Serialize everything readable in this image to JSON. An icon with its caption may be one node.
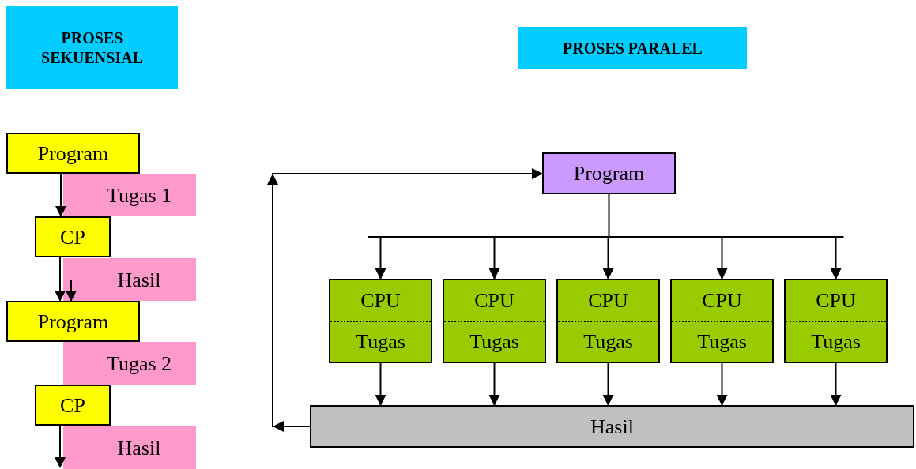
{
  "diagram": {
    "nodes": [
      {
        "text": [
          "PROSES SEKUENSIAL"
        ]
      },
      {
        "text": [
          "PROSES PARALEL"
        ]
      },
      {
        "text": [
          "Program"
        ]
      },
      {
        "text": [
          "Tugas 1"
        ]
      },
      {
        "text": [
          "CP"
        ]
      },
      {
        "text": [
          "Hasil"
        ]
      },
      {
        "text": [
          "Program"
        ]
      },
      {
        "text": [
          "Tugas 2"
        ]
      },
      {
        "text": [
          "CP"
        ]
      },
      {
        "text": [
          "Hasil"
        ]
      },
      {
        "text": [
          "Program"
        ]
      },
      {
        "text": [
          "CPU",
          "Tugas"
        ]
      },
      {
        "text": [
          "CPU",
          "Tugas"
        ]
      },
      {
        "text": [
          "CPU",
          "Tugas"
        ]
      },
      {
        "text": [
          "CPU",
          "Tugas"
        ]
      },
      {
        "text": [
          "CPU",
          "Tugas"
        ]
      },
      {
        "text": [
          "Hasil"
        ]
      }
    ],
    "edges": [
      {
        "from": 2,
        "to": 4,
        "arrow": "to"
      },
      {
        "from": 4,
        "to": 6,
        "arrow": "to"
      },
      {
        "from": 5,
        "to": 6,
        "arrow": "to"
      },
      {
        "from": 8,
        "to": 9,
        "arrow": "to"
      },
      {
        "from": 10,
        "to": 11,
        "arrow": "to"
      },
      {
        "from": 10,
        "to": 12,
        "arrow": "to"
      },
      {
        "from": 10,
        "to": 13,
        "arrow": "to"
      },
      {
        "from": 10,
        "to": 14,
        "arrow": "to"
      },
      {
        "from": 10,
        "to": 15,
        "arrow": "to"
      },
      {
        "from": 11,
        "to": 16,
        "arrow": "to"
      },
      {
        "from": 12,
        "to": 16,
        "arrow": "to"
      },
      {
        "from": 13,
        "to": 16,
        "arrow": "to"
      },
      {
        "from": 14,
        "to": 16,
        "arrow": "to"
      },
      {
        "from": 15,
        "to": 16,
        "arrow": "to"
      },
      {
        "from": 16,
        "to": 10,
        "arrow": "to"
      }
    ]
  }
}
